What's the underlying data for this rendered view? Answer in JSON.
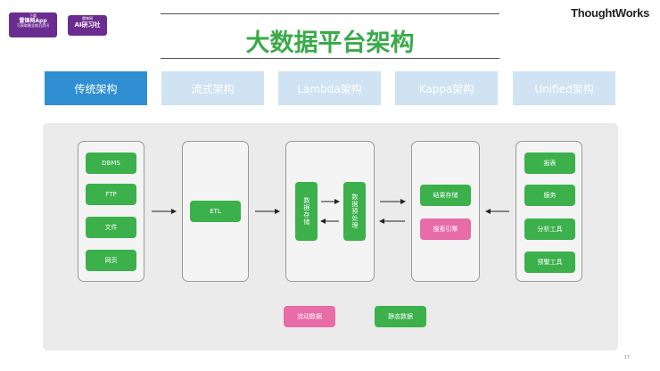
{
  "logos": [
    {
      "lines": [
        "下载",
        "雷锋网App",
        "可获取最全前沿资讯"
      ]
    },
    {
      "lines": [
        "雷锋网",
        "AI研习社"
      ]
    }
  ],
  "brand": "ThoughtWorks",
  "title": "大数据平台架构",
  "tabs": [
    {
      "label": "传统架构",
      "active": true
    },
    {
      "label": "流式架构",
      "active": false
    },
    {
      "label": "Lambda架构",
      "active": false
    },
    {
      "label": "Kappa架构",
      "active": false
    },
    {
      "label": "Unified架构",
      "active": false
    }
  ],
  "sources": [
    "DBMS",
    "FTP",
    "文件",
    "网页"
  ],
  "etl": "ETL",
  "storage": "数据存储",
  "preprocess": "数据预处理",
  "result_store": "结果存储",
  "search_engine": "搜索引擎",
  "outputs": [
    "报表",
    "服务",
    "分析工具",
    "预警工具"
  ],
  "legend": {
    "streaming": "流动数据",
    "static": "静态数据"
  },
  "colors": {
    "green": "#3bb04b",
    "pink": "#e76ca8",
    "title_green": "#3aaa4a",
    "tab_active": "#2f8fd2",
    "tab_inactive": "#cfe3f3",
    "logo_purple": "#6b2c8f"
  },
  "page_number": "17"
}
